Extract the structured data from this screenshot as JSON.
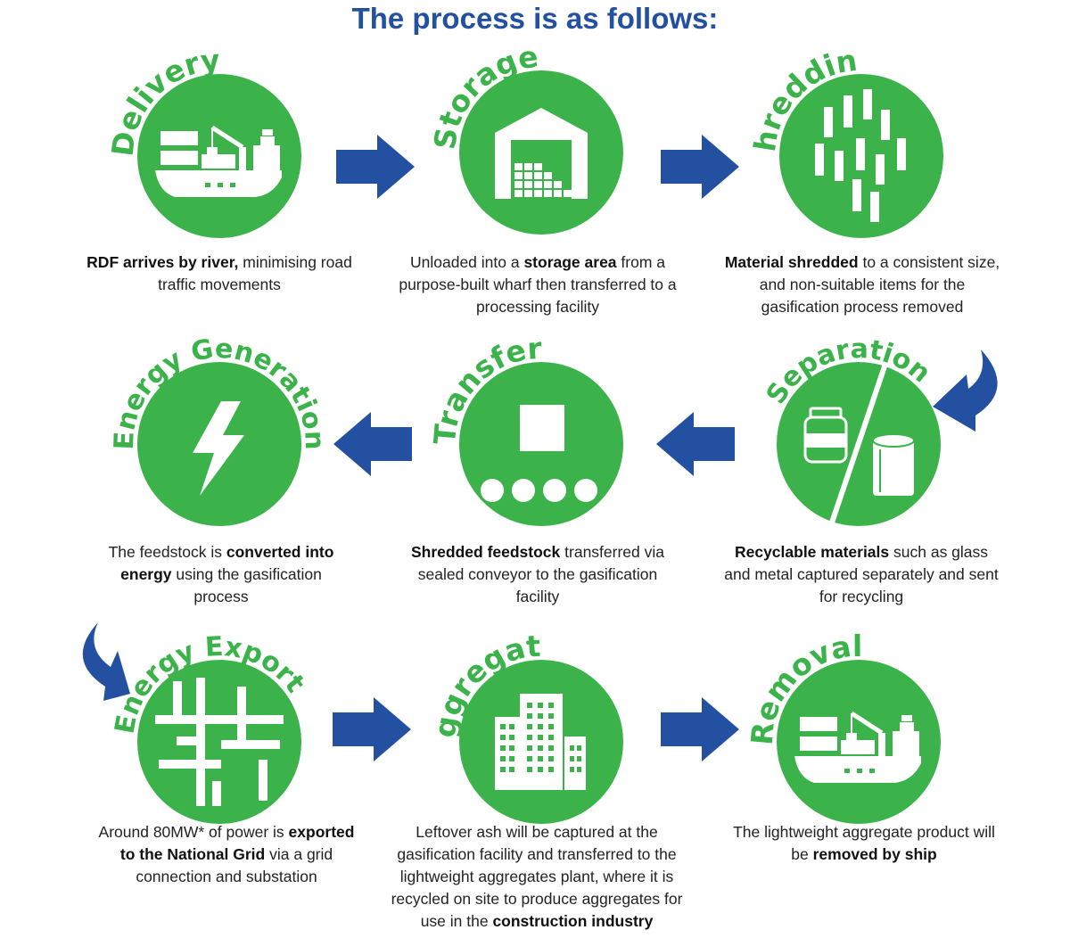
{
  "title": "The process is as follows:",
  "colors": {
    "green": "#3bb34a",
    "blue": "#2350a0",
    "white": "#ffffff"
  },
  "steps": [
    {
      "id": "delivery",
      "label": "Delivery",
      "icon": "cargo-ship-icon",
      "caption": [
        {
          "bold": true,
          "text": "RDF arrives by river,"
        },
        {
          "bold": false,
          "text": " minimising road traffic movements"
        }
      ]
    },
    {
      "id": "storage",
      "label": "Storage",
      "icon": "warehouse-icon",
      "caption": [
        {
          "bold": false,
          "text": "Unloaded into a "
        },
        {
          "bold": true,
          "text": "storage area"
        },
        {
          "bold": false,
          "text": " from a purpose-built wharf then transferred to a processing facility"
        }
      ]
    },
    {
      "id": "shredding",
      "label": "Shredding",
      "icon": "shredded-strips-icon",
      "caption": [
        {
          "bold": true,
          "text": "Material shredded"
        },
        {
          "bold": false,
          "text": " to a consistent size, and non-suitable items for the gasification process removed"
        }
      ]
    },
    {
      "id": "separation",
      "label": "Separation",
      "icon": "jar-and-can-icon",
      "caption": [
        {
          "bold": true,
          "text": "Recyclable materials"
        },
        {
          "bold": false,
          "text": " such as glass and metal captured separately and sent for recycling"
        }
      ]
    },
    {
      "id": "transfer",
      "label": "Transfer",
      "icon": "conveyor-icon",
      "caption": [
        {
          "bold": true,
          "text": "Shredded feedstock"
        },
        {
          "bold": false,
          "text": " transferred via sealed conveyor to the gasification facility"
        }
      ]
    },
    {
      "id": "energy-generation",
      "label": "Energy Generation",
      "icon": "lightning-bolt-icon",
      "caption": [
        {
          "bold": false,
          "text": "The feedstock is "
        },
        {
          "bold": true,
          "text": "converted into energy"
        },
        {
          "bold": false,
          "text": " using the gasification process"
        }
      ]
    },
    {
      "id": "energy-export",
      "label": "Energy Export",
      "icon": "power-grid-icon",
      "caption": [
        {
          "bold": false,
          "text": "Around 80MW* of power is "
        },
        {
          "bold": true,
          "text": "exported to the National Grid"
        },
        {
          "bold": false,
          "text": " via a grid connection and substation"
        }
      ]
    },
    {
      "id": "aggregate",
      "label": "Aggregate",
      "icon": "buildings-icon",
      "caption": [
        {
          "bold": false,
          "text": "Leftover ash will be captured at the gasification facility and transferred to the lightweight aggregates plant, where it is recycled on site to produce aggregates for use in the "
        },
        {
          "bold": true,
          "text": "construction industry"
        }
      ]
    },
    {
      "id": "removal",
      "label": "Removal",
      "icon": "cargo-ship-icon",
      "caption": [
        {
          "bold": false,
          "text": "The lightweight aggregate product will be "
        },
        {
          "bold": true,
          "text": "removed by ship"
        }
      ]
    }
  ]
}
